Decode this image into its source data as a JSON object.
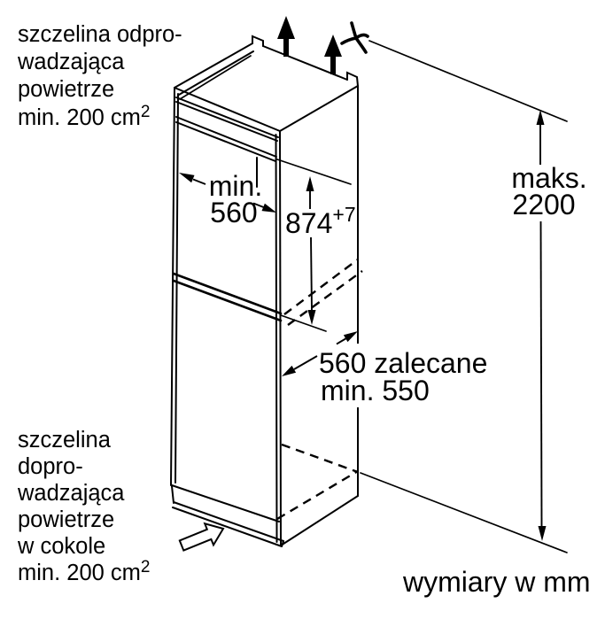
{
  "figure": {
    "title": "installation diagram - built-in appliance niche",
    "units_note": "wymiary w mm",
    "colors": {
      "line": "#000000",
      "background": "#ffffff"
    },
    "annotations": {
      "top_air_gap": {
        "lines": [
          "szczelina odpro-",
          "wadzająca",
          "powietrze"
        ],
        "min_area": {
          "text": "min. 200 cm",
          "sup": "2"
        }
      },
      "bottom_air_gap": {
        "lines": [
          "szczelina",
          "dopro-",
          "wadzająca",
          "powietrze",
          "w cokole"
        ],
        "min_area": {
          "text": "min. 200 cm",
          "sup": "2"
        }
      }
    },
    "dimensions": {
      "niche_width": {
        "line1": "min.",
        "line2": "560"
      },
      "niche_height": {
        "value": "874",
        "tolerance": "+7"
      },
      "max_height": {
        "line1": "maks.",
        "line2": "2200"
      },
      "depth": {
        "line1": "560 zalecane",
        "line2": "min. 550"
      }
    },
    "symbols": [
      "airflow-up-arrow",
      "airflow-up-arrow",
      "vapour-curl",
      "air-inlet-hollow-arrow"
    ]
  }
}
